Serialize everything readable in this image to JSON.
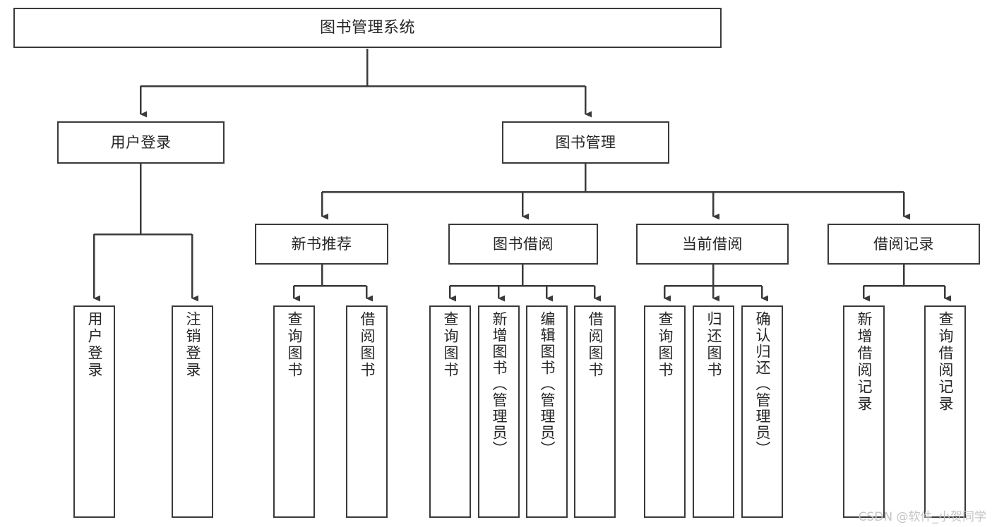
{
  "diagram": {
    "title": "图书管理系统",
    "type": "tree",
    "orientation": "top-down",
    "colors": {
      "background": "#ffffff",
      "node_fill": "#ffffff",
      "node_border": "#3a3a3a",
      "text": "#262626",
      "connector": "#3a3a3a",
      "watermark": "#c4c4c4"
    }
  },
  "nodes": {
    "root": {
      "label": "图书管理系统"
    },
    "level2": [
      {
        "id": "user-login",
        "label": "用户登录"
      },
      {
        "id": "book-manage",
        "label": "图书管理"
      }
    ],
    "level3": [
      {
        "id": "new-book-recommend",
        "label": "新书推荐"
      },
      {
        "id": "book-borrow",
        "label": "图书借阅"
      },
      {
        "id": "current-borrow",
        "label": "当前借阅"
      },
      {
        "id": "borrow-record",
        "label": "借阅记录"
      }
    ],
    "leaves": {
      "user-login": [
        {
          "id": "leaf-user-login",
          "label": "用户登录"
        },
        {
          "id": "leaf-user-logout",
          "label": "注销登录"
        }
      ],
      "new-book-recommend": [
        {
          "id": "leaf-query-book-1",
          "label": "查询图书"
        },
        {
          "id": "leaf-borrow-book-1",
          "label": "借阅图书"
        }
      ],
      "book-borrow": [
        {
          "id": "leaf-query-book-2",
          "label": "查询图书"
        },
        {
          "id": "leaf-add-book",
          "label": "新增图书（管理员）"
        },
        {
          "id": "leaf-edit-book",
          "label": "编辑图书（管理员）"
        },
        {
          "id": "leaf-borrow-book-2",
          "label": "借阅图书"
        }
      ],
      "current-borrow": [
        {
          "id": "leaf-query-book-3",
          "label": "查询图书"
        },
        {
          "id": "leaf-return-book",
          "label": "归还图书"
        },
        {
          "id": "leaf-confirm-return",
          "label": "确认归还（管理员）"
        }
      ],
      "borrow-record": [
        {
          "id": "leaf-add-record",
          "label": "新增借阅记录"
        },
        {
          "id": "leaf-query-record",
          "label": "查询借阅记录"
        }
      ]
    }
  },
  "watermark": {
    "text": "CSDN @软件_小贺同学"
  }
}
